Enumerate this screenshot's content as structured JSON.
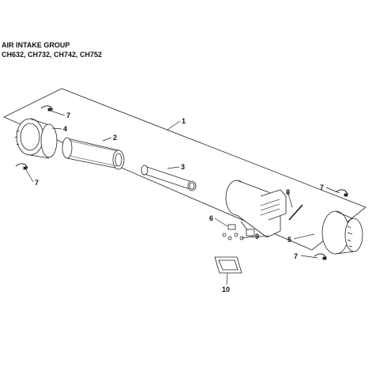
{
  "title": "AIR INTAKE GROUP",
  "models": "CH632, CH732, CH742, CH752",
  "callouts": [
    "1",
    "2",
    "3",
    "4",
    "5",
    "6",
    "7",
    "7",
    "7",
    "7",
    "8",
    "9",
    "10"
  ]
}
